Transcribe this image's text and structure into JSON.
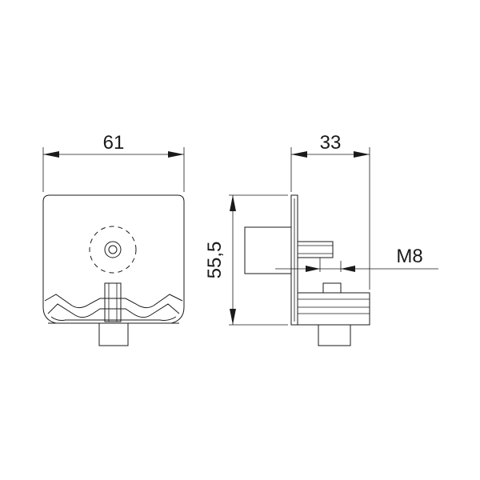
{
  "dimensions": {
    "front_width": "61",
    "side_depth": "33",
    "height": "55,5",
    "thread": "M8"
  }
}
